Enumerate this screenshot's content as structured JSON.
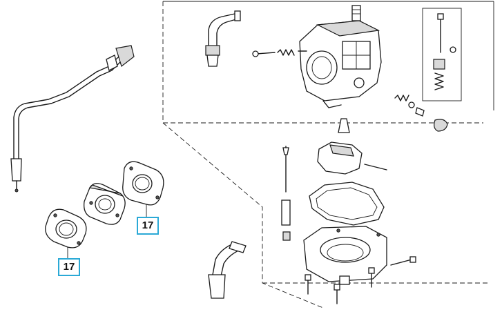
{
  "diagram": {
    "callouts": [
      {
        "id": "gasket-upper",
        "label": "17"
      },
      {
        "id": "gasket-lower",
        "label": "17"
      }
    ],
    "colors": {
      "callout_border": "#2aa9d6",
      "line": "#1a1a1a",
      "background": "#ffffff"
    }
  }
}
